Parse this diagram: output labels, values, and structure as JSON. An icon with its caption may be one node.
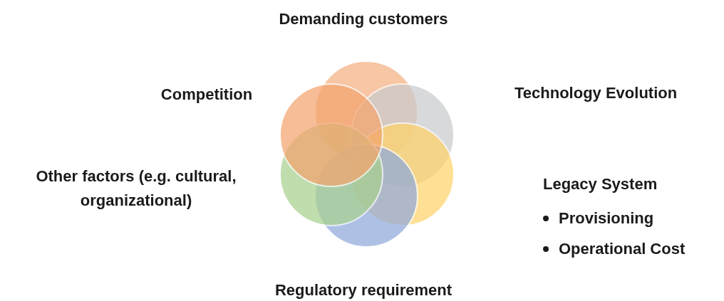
{
  "diagram": {
    "nodes": [
      {
        "text": [],
        "shape": "circle",
        "beside": [
          "Demanding customers"
        ]
      },
      {
        "text": [],
        "shape": "circle",
        "beside": [
          "Technology Evolution"
        ]
      },
      {
        "text": [],
        "shape": "circle",
        "beside": [
          "Legacy System",
          "Provisioning",
          "Operational Cost"
        ]
      },
      {
        "text": [],
        "shape": "circle",
        "beside": [
          "Regulatory requirement"
        ]
      },
      {
        "text": [],
        "shape": "circle",
        "beside": [
          "Other factors (e.g. cultural, organizational)"
        ]
      },
      {
        "text": [],
        "shape": "circle",
        "beside": [
          "Competition"
        ]
      }
    ]
  }
}
